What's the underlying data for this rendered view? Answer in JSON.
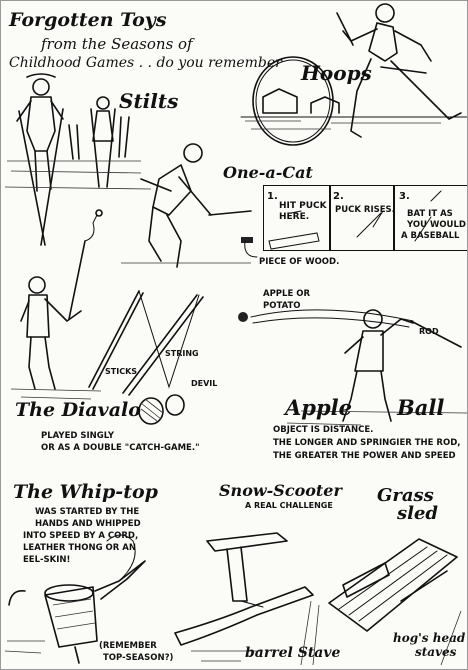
{
  "header": {
    "title": "Forgotten Toys",
    "line2": "from the Seasons of",
    "line3": "Childhood Games . . do you remember"
  },
  "sections": {
    "hoops": {
      "title": "Hoops"
    },
    "stilts": {
      "title": "Stilts"
    },
    "one_a_cat": {
      "title": "One-a-Cat",
      "piece_label": "PIECE OF WOOD.",
      "steps": [
        {
          "num": "1.",
          "text1": "HIT PUCK",
          "text2": "HERE."
        },
        {
          "num": "2.",
          "text1": "PUCK RISES."
        },
        {
          "num": "3.",
          "text1": "BAT IT AS",
          "text2": "YOU WOULD",
          "text3": "A BASEBALL"
        }
      ]
    },
    "diavalo": {
      "title": "The Diavalo",
      "sticks_label": "STICKS",
      "string_label": "STRING",
      "devil_label": "DEVIL",
      "desc1": "PLAYED SINGLY",
      "desc2": "OR AS A DOUBLE \"CATCH-GAME.\""
    },
    "apple_ball": {
      "title_apple": "Apple",
      "title_ball": "Ball",
      "apple_label1": "APPLE OR",
      "apple_label2": "POTATO",
      "rod_label": "ROD",
      "desc1": "OBJECT IS DISTANCE.",
      "desc2": "THE LONGER and SPRINGIER THE ROD,",
      "desc3": "THE GREATER THE POWER and SPEED"
    },
    "whip_top": {
      "title": "The Whip-top",
      "desc1": "WAS STARTED BY THE",
      "desc2": "HANDS AND WHIPPED",
      "desc3": "INTO SPEED BY A CORD,",
      "desc4": "LEATHER THONG OR AN",
      "desc5": "EEL-SKIN!",
      "note1": "(REMEMBER",
      "note2": "TOP-SEASON?)"
    },
    "snow_scooter": {
      "title": "Snow-Scooter",
      "subtitle": "A REAL CHALLENGE",
      "barrel_label": "barrel Stave"
    },
    "grass_sled": {
      "title1": "Grass",
      "title2": "sled",
      "label1": "hog's head",
      "label2": "staves"
    }
  }
}
